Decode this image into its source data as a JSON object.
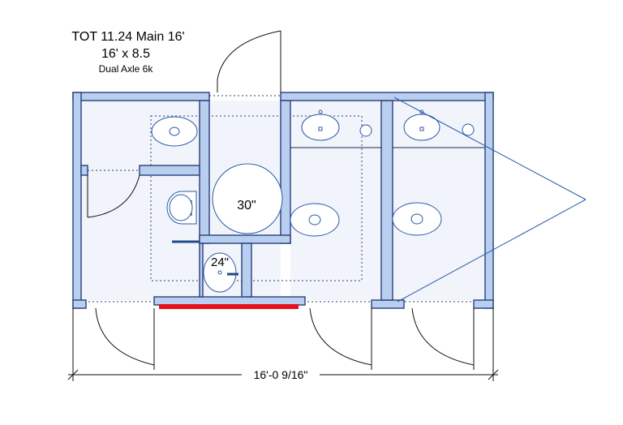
{
  "header": {
    "title": "TOT 11.24 Main 16'",
    "size": "16' x 8.5",
    "axle": "Dual Axle 6k"
  },
  "labels": {
    "shower_size": "30\"",
    "sink_size": "24\""
  },
  "dimension": {
    "overall_length": "16'-0 9/16\""
  },
  "colors": {
    "wall_fill": "#b9cff0",
    "wall_stroke": "#2a3f7a",
    "floor": "#f1f4fb",
    "fixture_stroke": "#2a5ba8",
    "highlight": "#e5121b",
    "accent": "#1f4a8a"
  }
}
